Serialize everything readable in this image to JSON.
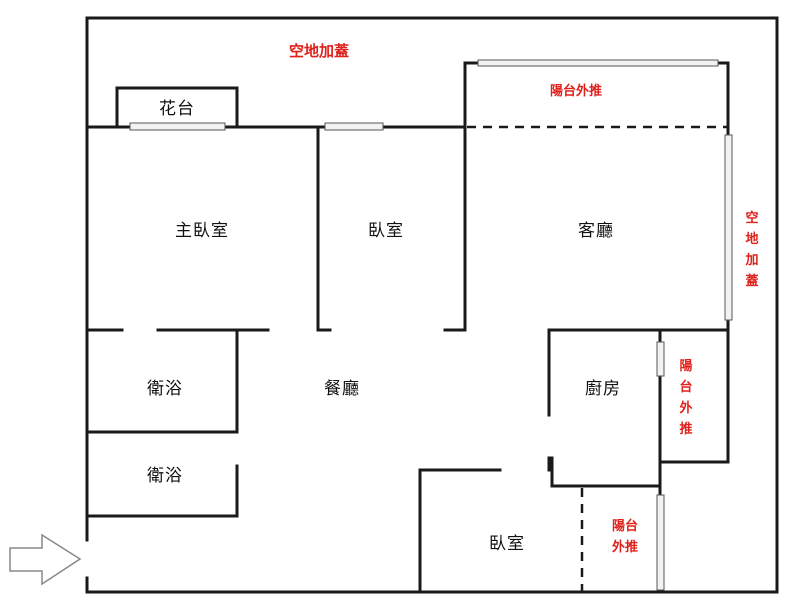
{
  "labels": {
    "top_addition": "空地加蓋",
    "flower_bed": "花台",
    "balcony_top": "陽台外推",
    "right_addition_chars": [
      "空",
      "地",
      "加",
      "蓋"
    ],
    "master_bedroom": "主臥室",
    "bedroom_middle": "臥室",
    "living_room": "客廳",
    "bathroom_1": "衛浴",
    "bathroom_2": "衛浴",
    "dining_room": "餐廳",
    "kitchen": "廚房",
    "balcony_right_chars": [
      "陽",
      "台",
      "外",
      "推"
    ],
    "bedroom_bottom": "臥室",
    "balcony_bottom_lines": [
      "陽台",
      "外推"
    ]
  },
  "colors": {
    "wall": "#1a1a1a",
    "annotation_red": "#e0211b",
    "entry_arrow": "#888888"
  },
  "icons": {
    "entrance": "entrance-arrow-icon"
  }
}
